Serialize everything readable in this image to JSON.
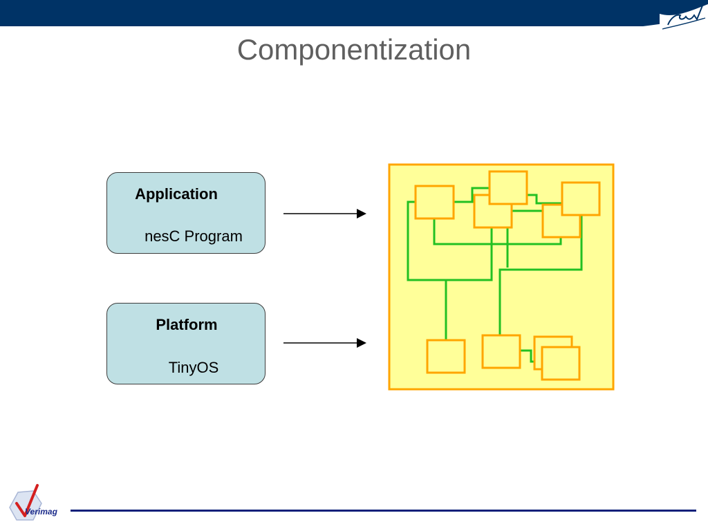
{
  "slide": {
    "title": "Componentization"
  },
  "boxes": {
    "application": {
      "heading": "Application",
      "subtitle": "nesC Program"
    },
    "platform": {
      "heading": "Platform",
      "subtitle": "TinyOS"
    }
  },
  "logos": {
    "footer_text": "Verimag",
    "corner_icon": "sketch-signature-icon"
  },
  "colors": {
    "header_band": "#003366",
    "box_fill": "#bfe0e4",
    "panel_fill": "#ffff99",
    "panel_border": "#ffa500",
    "wire": "#22c022",
    "footer_line": "#0b1f7a",
    "title_text": "#5f5f5f"
  }
}
